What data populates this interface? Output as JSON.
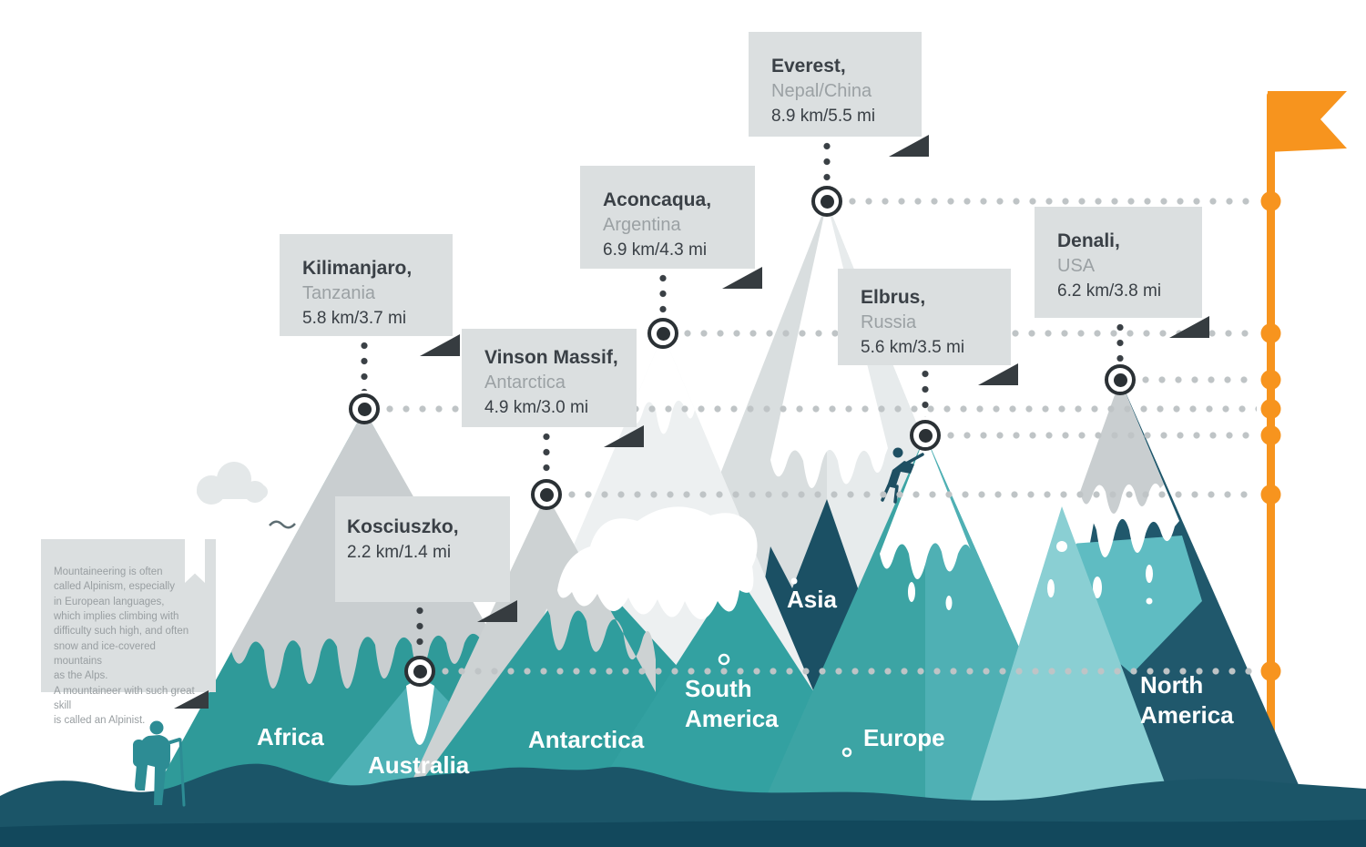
{
  "note": {
    "text": "Mountaineering is often\ncalled Alpinism, especially\nin European languages,\nwhich implies climbing with\ndifficulty such high, and often\nsnow and ice-covered mountains\nas the Alps.\nA mountaineer with such great skill\nis called an Alpinist."
  },
  "mountains": [
    {
      "name": "Everest,",
      "country": "Nepal/China",
      "height": "8.9 km/5.5 mi"
    },
    {
      "name": "Aconcaqua,",
      "country": "Argentina",
      "height": "6.9 km/4.3 mi"
    },
    {
      "name": "Denali,",
      "country": "USA",
      "height": "6.2 km/3.8 mi"
    },
    {
      "name": "Kilimanjaro,",
      "country": "Tanzania",
      "height": "5.8 km/3.7 mi"
    },
    {
      "name": "Elbrus,",
      "country": "Russia",
      "height": "5.6 km/3.5 mi"
    },
    {
      "name": "Vinson Massif,",
      "country": "Antarctica",
      "height": "4.9 km/3.0 mi"
    },
    {
      "name": "Kosciuszko,",
      "country": "",
      "height": "2.2 km/1.4 mi"
    }
  ],
  "continents": [
    {
      "label": "Africa"
    },
    {
      "label": "Australia"
    },
    {
      "label": "Antarctica"
    },
    {
      "label": "South America"
    },
    {
      "label": "Asia"
    },
    {
      "label": "Europe"
    },
    {
      "label": "North America"
    }
  ],
  "colors": {
    "accent_orange": "#F7941E",
    "teal": "#2F9A99",
    "dark_teal": "#1B5064",
    "panel_gray": "#DBDFE0",
    "snow_white": "#FFFFFF"
  }
}
